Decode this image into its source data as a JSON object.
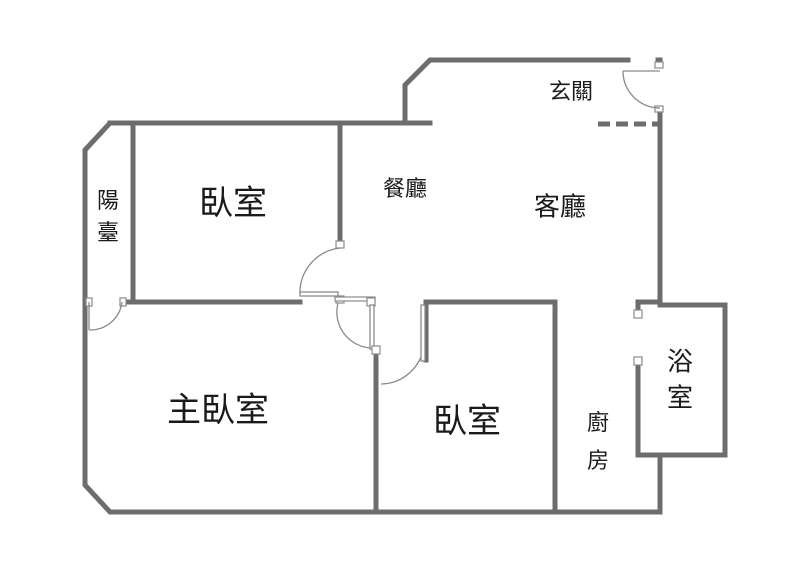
{
  "rooms": {
    "balcony_line1": "陽",
    "balcony_line2": "臺",
    "bedroom_top": "臥室",
    "dining": "餐廳",
    "living": "客廳",
    "entrance": "玄關",
    "master_bedroom": "主臥室",
    "bedroom_bottom": "臥室",
    "kitchen_line1": "廚",
    "kitchen_line2": "房",
    "bathroom_line1": "浴",
    "bathroom_line2": "室"
  }
}
